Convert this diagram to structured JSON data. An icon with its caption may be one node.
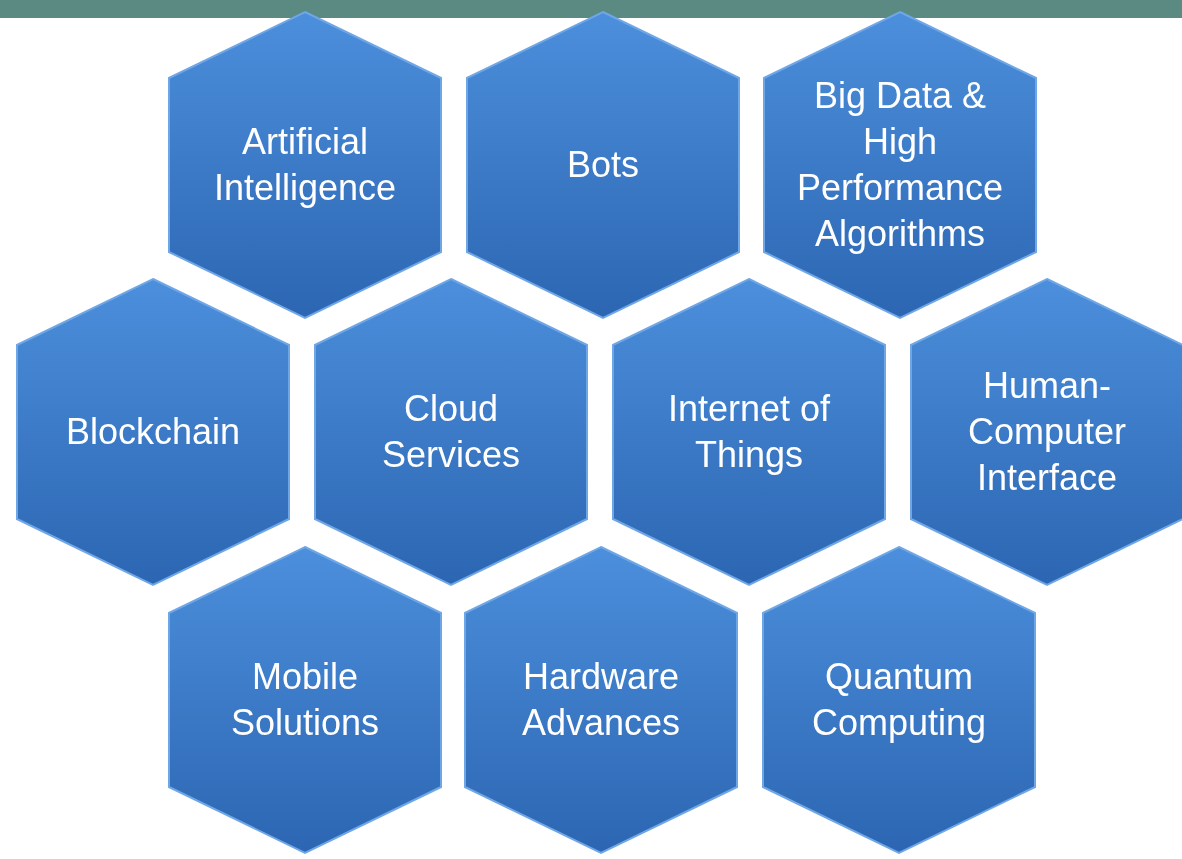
{
  "diagram": {
    "nodes": [
      {
        "text": [
          "Artificial Intelligence"
        ]
      },
      {
        "text": [
          "Bots"
        ]
      },
      {
        "text": [
          "Big Data & High Performance Algorithms"
        ]
      },
      {
        "text": [
          "Blockchain"
        ]
      },
      {
        "text": [
          "Cloud Services"
        ]
      },
      {
        "text": [
          "Internet of Things"
        ]
      },
      {
        "text": [
          "Human-Computer Interface"
        ]
      },
      {
        "text": [
          "Mobile Solutions"
        ]
      },
      {
        "text": [
          "Hardware Advances"
        ]
      },
      {
        "text": [
          "Quantum Computing"
        ]
      }
    ]
  }
}
